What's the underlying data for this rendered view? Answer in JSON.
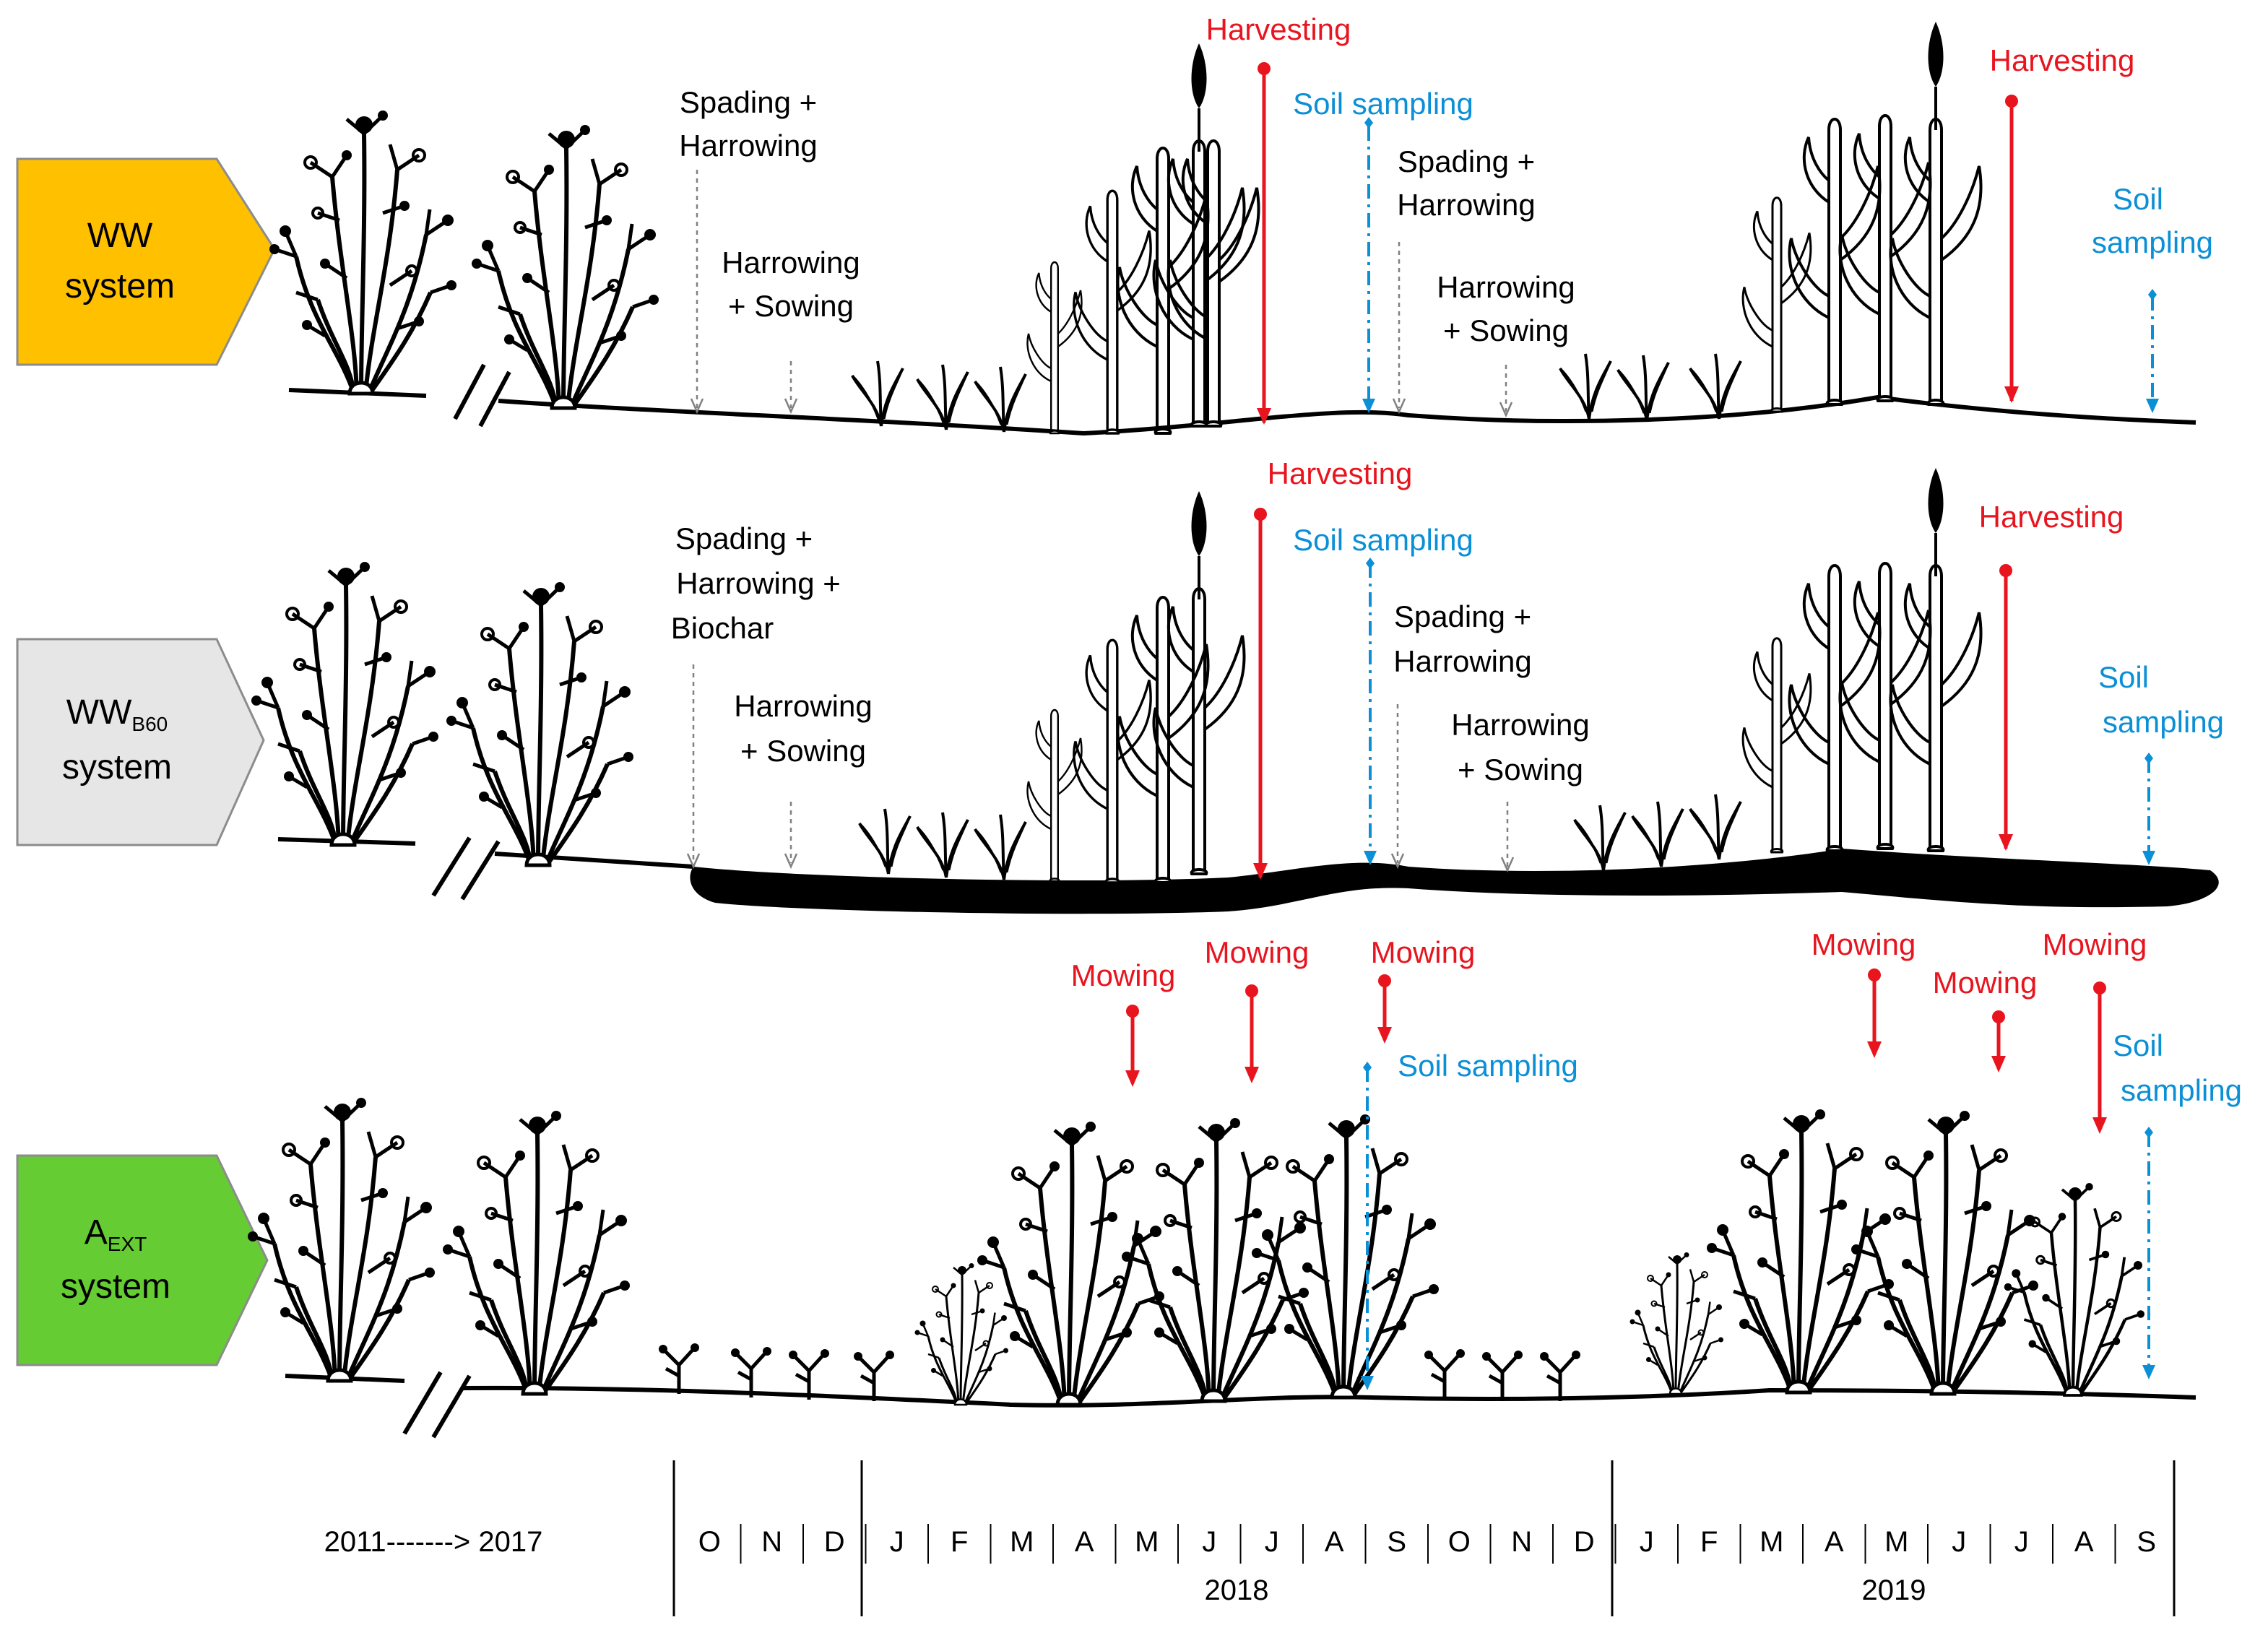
{
  "colors": {
    "ww": "#FFC000",
    "wwb60": "#E7E6E6",
    "aext": "#66CC33",
    "red": "#E8141E",
    "blue": "#0B8FD6",
    "gray": "#808080",
    "black": "#000000"
  },
  "systems": [
    {
      "name": "WW",
      "sub": "",
      "line2": "system"
    },
    {
      "name": "WW",
      "sub": "B60",
      "line2": "system"
    },
    {
      "name": "A",
      "sub": "EXT",
      "line2": "system"
    }
  ],
  "row1": {
    "harvest1": "Harvesting",
    "soil1": "Soil sampling",
    "spading1": [
      "Spading +",
      "Harrowing"
    ],
    "harrow1": [
      "Harrowing",
      "+ Sowing"
    ],
    "spading2": [
      "Spading +",
      "Harrowing"
    ],
    "harrow2": [
      "Harrowing",
      "+ Sowing"
    ],
    "harvest2": "Harvesting",
    "soil2": [
      "Soil",
      "sampling"
    ]
  },
  "row2": {
    "harvest1": "Harvesting",
    "soil1": "Soil sampling",
    "spading1": [
      "Spading +",
      "Harrowing +",
      "Biochar"
    ],
    "harrow1": [
      "Harrowing",
      "+ Sowing"
    ],
    "spading2": [
      "Spading +",
      "Harrowing"
    ],
    "harrow2": [
      "Harrowing",
      "+ Sowing"
    ],
    "harvest2": "Harvesting",
    "soil2": [
      "Soil",
      "sampling"
    ]
  },
  "row3": {
    "mow1": "Mowing",
    "mow2": "Mowing",
    "mow3": "Mowing",
    "soil1": "Soil sampling",
    "mow4": "Mowing",
    "mow5": "Mowing",
    "mow6": "Mowing",
    "soil2": [
      "Soil",
      "sampling"
    ]
  },
  "timeline": {
    "period": "2011-------> 2017",
    "months": [
      "O",
      "N",
      "D",
      "J",
      "F",
      "M",
      "A",
      "M",
      "J",
      "J",
      "A",
      "S",
      "O",
      "N",
      "D",
      "J",
      "F",
      "M",
      "A",
      "M",
      "J",
      "J",
      "A",
      "S"
    ],
    "years": [
      "2018",
      "2019"
    ]
  },
  "icons": {
    "plant": "plant-icon",
    "wheat": "wheat-icon",
    "break": "axis-break-icon"
  }
}
